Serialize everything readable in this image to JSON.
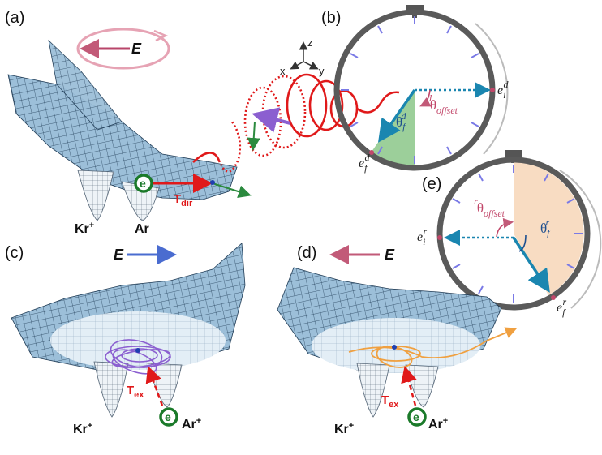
{
  "panels": {
    "a": "(a)",
    "b": "(b)",
    "c": "(c)",
    "d": "(d)",
    "e": "(e)"
  },
  "ions": {
    "a_left": "Kr",
    "a_left_sup": "+",
    "a_right": "Ar",
    "c_left": "Kr",
    "c_left_sup": "+",
    "c_right": "Ar",
    "c_right_sup": "+",
    "d_left": "Kr",
    "d_left_sup": "+",
    "d_right": "Ar",
    "d_right_sup": "+"
  },
  "field": {
    "label": "E"
  },
  "electron": {
    "letter": "e"
  },
  "times": {
    "T": "T",
    "dir": "dir",
    "ex": "ex"
  },
  "axes": {
    "z": "z",
    "x": "x",
    "y": "y"
  },
  "clock_b": {
    "theta": "θ",
    "f_sub": "f",
    "d_sup": "d",
    "offset_sub": "offset",
    "e": "e",
    "i_sub": "i"
  },
  "clock_e": {
    "theta": "θ",
    "f_sub": "f",
    "r_sup": "r",
    "offset_sub": "offset",
    "e": "e",
    "i_sub": "i"
  },
  "colors": {
    "surface": "#8fb4d2",
    "surface_light": "#dceaf4",
    "trajectory_red": "#e0191a",
    "trajectory_purple": "#8b5fd0",
    "trajectory_orange": "#f0a040",
    "electron_green": "#1b7a2a",
    "clock_rim": "#555555",
    "arrow_teal": "#1a86b0",
    "wedge_green": "#9ccf9a",
    "wedge_orange": "#f8dcc2",
    "field_blue": "#4a6cd0",
    "field_pink": "#c25a78"
  }
}
